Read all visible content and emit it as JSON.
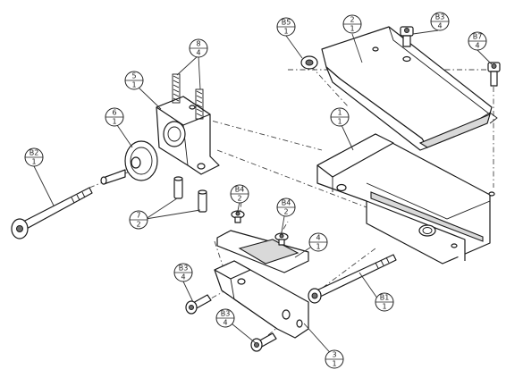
{
  "balloons": [
    {
      "id": "b-2",
      "top": "2",
      "bottom": "1"
    },
    {
      "id": "b-b5",
      "top": "B5",
      "bottom": "1"
    },
    {
      "id": "b-b3-top",
      "top": "B3",
      "bottom": "4"
    },
    {
      "id": "b-b7",
      "top": "B7",
      "bottom": "4"
    },
    {
      "id": "b-8",
      "top": "8",
      "bottom": "4"
    },
    {
      "id": "b-5",
      "top": "5",
      "bottom": "1"
    },
    {
      "id": "b-1",
      "top": "1",
      "bottom": "1"
    },
    {
      "id": "b-6",
      "top": "6",
      "bottom": "1"
    },
    {
      "id": "b-b2",
      "top": "B2",
      "bottom": "1"
    },
    {
      "id": "b-7",
      "top": "7",
      "bottom": "2"
    },
    {
      "id": "b-b4-left",
      "top": "B4",
      "bottom": "2"
    },
    {
      "id": "b-b4-right",
      "top": "B4",
      "bottom": "2"
    },
    {
      "id": "b-4",
      "top": "4",
      "bottom": "1"
    },
    {
      "id": "b-b3-mid",
      "top": "B3",
      "bottom": "4"
    },
    {
      "id": "b-b1",
      "top": "B1",
      "bottom": "1"
    },
    {
      "id": "b-b3-low",
      "top": "B3",
      "bottom": "4"
    },
    {
      "id": "b-3",
      "top": "3",
      "bottom": "1"
    }
  ]
}
